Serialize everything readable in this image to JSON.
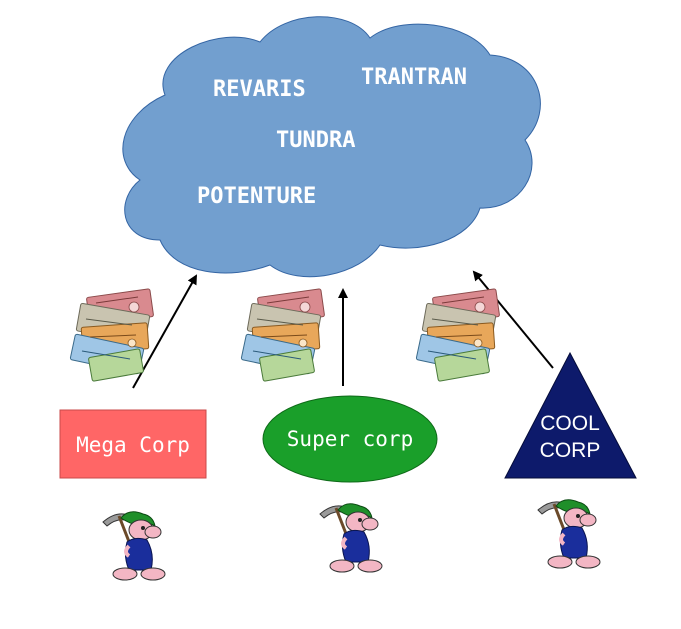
{
  "cloud": {
    "label_1": "REVARIS",
    "label_2": "TRANTRAN",
    "label_3": "TUNDRA",
    "label_4": "POTENTURE",
    "color": "#729fcf",
    "stroke": "#3465a4"
  },
  "companies": [
    {
      "name": "Mega Corp",
      "shape": "rectangle",
      "color": "#ff6666"
    },
    {
      "name": "Super corp",
      "shape": "ellipse",
      "color": "#1a9f2a"
    },
    {
      "name_line1": "COOL",
      "name_line2": "CORP",
      "shape": "triangle",
      "color": "#0d1a6b"
    }
  ],
  "icons": {
    "money": "euro-banknotes-icon",
    "worker": "miner-with-pickaxe-icon"
  }
}
